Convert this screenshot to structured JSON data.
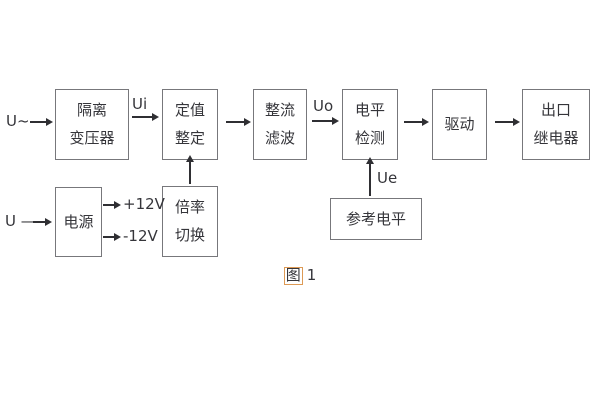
{
  "diagram": {
    "title": "relay-internal-block-diagram",
    "caption": {
      "char": "图",
      "num": "1"
    },
    "labels": {
      "input_ac": "U~",
      "input_dc": "U —",
      "ui": "Ui",
      "uo": "Uo",
      "ue": "Ue",
      "rail_pos": "+12V",
      "rail_neg": "-12V"
    },
    "boxes": [
      {
        "id": "isolation-transformer",
        "lines": [
          "隔离",
          "变压器"
        ]
      },
      {
        "id": "setting-adjust",
        "lines": [
          "定值",
          "整定"
        ]
      },
      {
        "id": "rectifier-filter",
        "lines": [
          "整流",
          "滤波"
        ]
      },
      {
        "id": "level-detector",
        "lines": [
          "电平",
          "检测"
        ]
      },
      {
        "id": "driver",
        "lines": [
          "驱动"
        ]
      },
      {
        "id": "output-relay",
        "lines": [
          "出口",
          "继电器"
        ]
      },
      {
        "id": "power-supply",
        "lines": [
          "电源"
        ]
      },
      {
        "id": "ratio-switch",
        "lines": [
          "倍率",
          "切换"
        ]
      },
      {
        "id": "reference-level",
        "lines": [
          "参考电平"
        ]
      }
    ],
    "colors": {
      "background": "#ffffff",
      "line": "#2f2f33",
      "text": "#35353a",
      "box_border": "#77777b",
      "caption_highlight": "#dd9a55"
    }
  }
}
